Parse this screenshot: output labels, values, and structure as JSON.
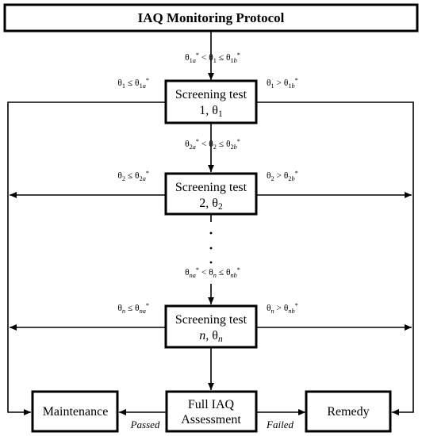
{
  "diagram": {
    "title": "IAQ Monitoring Protocol",
    "theta": "θ",
    "tests": [
      {
        "label_line1": "Screening test",
        "label_line2_prefix": "1",
        "label_line2_sub": "1",
        "cond_between": {
          "a": "1a",
          "mid": "1",
          "b": "1b"
        },
        "cond_left": {
          "sub": "1",
          "rhs": "1a"
        },
        "cond_right": {
          "sub": "1",
          "rhs": "1b"
        }
      },
      {
        "label_line1": "Screening test",
        "label_line2_prefix": "2",
        "label_line2_sub": "2",
        "cond_between": {
          "a": "2a",
          "mid": "2",
          "b": "2b"
        },
        "cond_left": {
          "sub": "2",
          "rhs": "2a"
        },
        "cond_right": {
          "sub": "2",
          "rhs": "2b"
        }
      },
      {
        "label_line1": "Screening test",
        "label_line2_prefix": "n",
        "label_line2_sub": "n",
        "cond_between": {
          "a": "na",
          "mid": "n",
          "b": "nb"
        },
        "cond_left": {
          "sub": "n",
          "rhs": "na"
        },
        "cond_right": {
          "sub": "n",
          "rhs": "nb"
        }
      }
    ],
    "full_assessment_line1": "Full IAQ",
    "full_assessment_line2": "Assessment",
    "maintenance": "Maintenance",
    "remedy": "Remedy",
    "passed": "Passed",
    "failed": "Failed"
  }
}
